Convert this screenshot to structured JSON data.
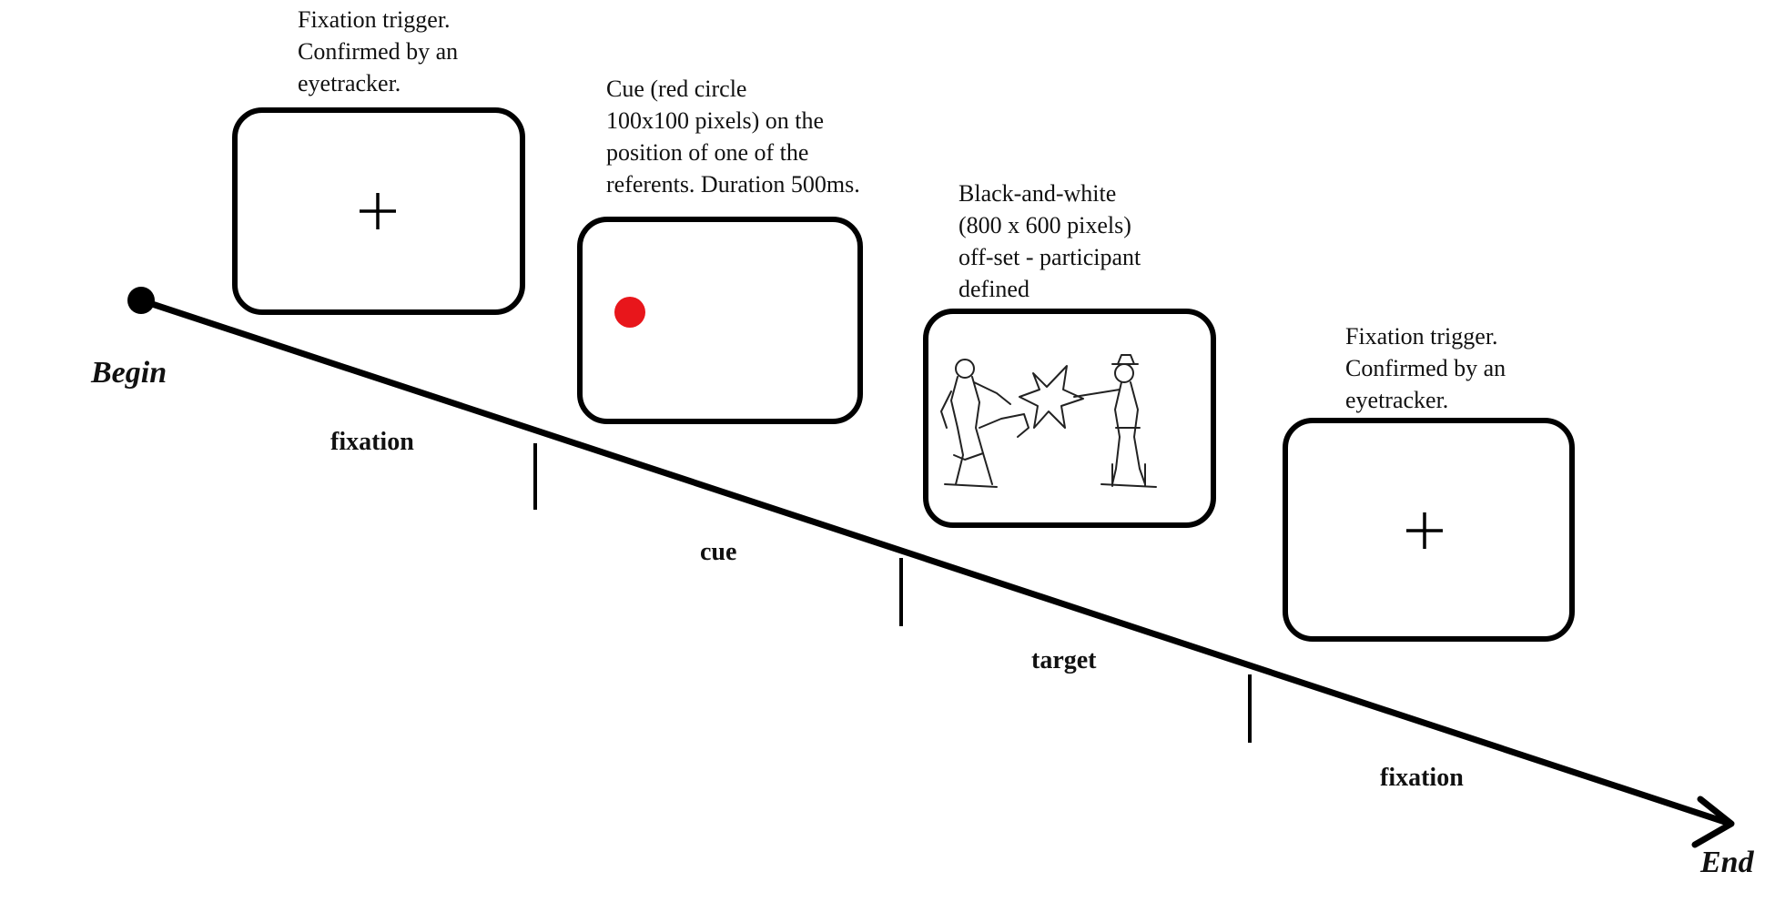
{
  "timeline": {
    "begin_label": "Begin",
    "end_label": "End"
  },
  "phases": {
    "fixation_1": "fixation",
    "cue": "cue",
    "target": "target",
    "fixation_2": "fixation"
  },
  "screens": {
    "fixation_1": {
      "caption_lines": [
        "Fixation trigger.",
        "Confirmed by an",
        "eyetracker."
      ],
      "content": "fixation-cross"
    },
    "cue": {
      "caption_lines": [
        "Cue (red circle",
        "100x100 pixels) on the",
        "position of one of the",
        "referents. Duration 500ms."
      ],
      "content": "red-dot"
    },
    "target": {
      "caption_lines": [
        "Black-and-white",
        "(800 x 600 pixels)",
        "off-set - participant",
        "defined"
      ],
      "content": "line-drawing"
    },
    "fixation_2": {
      "caption_lines": [
        "Fixation trigger.",
        "Confirmed by an",
        "eyetracker."
      ],
      "content": "fixation-cross"
    }
  },
  "colors": {
    "cue_dot": "#e8161b",
    "line": "#000000"
  }
}
